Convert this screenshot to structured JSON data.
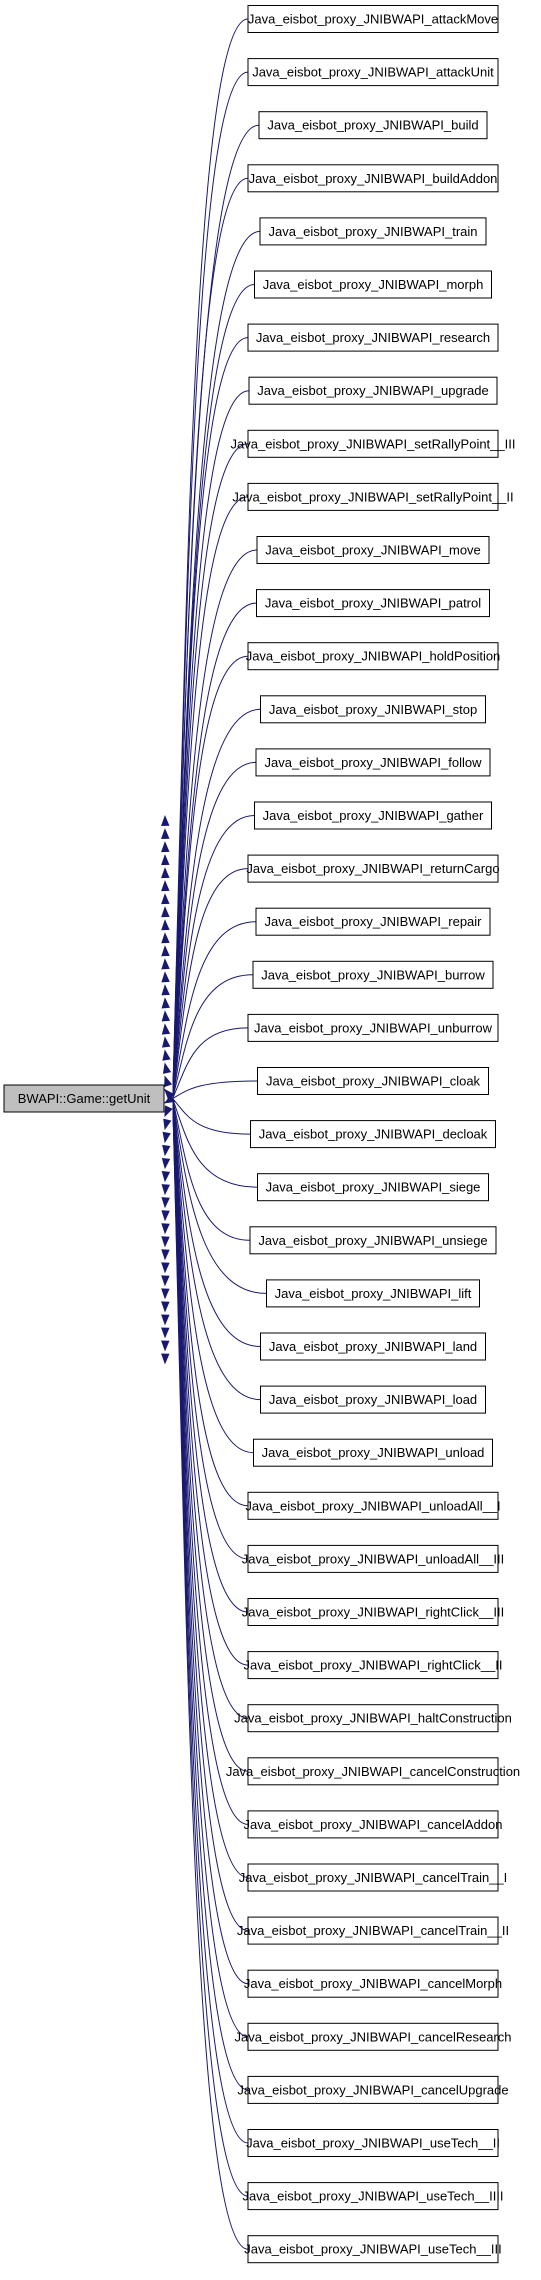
{
  "root": {
    "label": "BWAPI::Game::getUnit",
    "fill": "#bfbfbf"
  },
  "edge_color": "#191970",
  "callers": [
    "Java_eisbot_proxy_JNIBWAPI_attackMove",
    "Java_eisbot_proxy_JNIBWAPI_attackUnit",
    "Java_eisbot_proxy_JNIBWAPI_build",
    "Java_eisbot_proxy_JNIBWAPI_buildAddon",
    "Java_eisbot_proxy_JNIBWAPI_train",
    "Java_eisbot_proxy_JNIBWAPI_morph",
    "Java_eisbot_proxy_JNIBWAPI_research",
    "Java_eisbot_proxy_JNIBWAPI_upgrade",
    "Java_eisbot_proxy_JNIBWAPI_setRallyPoint__III",
    "Java_eisbot_proxy_JNIBWAPI_setRallyPoint__II",
    "Java_eisbot_proxy_JNIBWAPI_move",
    "Java_eisbot_proxy_JNIBWAPI_patrol",
    "Java_eisbot_proxy_JNIBWAPI_holdPosition",
    "Java_eisbot_proxy_JNIBWAPI_stop",
    "Java_eisbot_proxy_JNIBWAPI_follow",
    "Java_eisbot_proxy_JNIBWAPI_gather",
    "Java_eisbot_proxy_JNIBWAPI_returnCargo",
    "Java_eisbot_proxy_JNIBWAPI_repair",
    "Java_eisbot_proxy_JNIBWAPI_burrow",
    "Java_eisbot_proxy_JNIBWAPI_unburrow",
    "Java_eisbot_proxy_JNIBWAPI_cloak",
    "Java_eisbot_proxy_JNIBWAPI_decloak",
    "Java_eisbot_proxy_JNIBWAPI_siege",
    "Java_eisbot_proxy_JNIBWAPI_unsiege",
    "Java_eisbot_proxy_JNIBWAPI_lift",
    "Java_eisbot_proxy_JNIBWAPI_land",
    "Java_eisbot_proxy_JNIBWAPI_load",
    "Java_eisbot_proxy_JNIBWAPI_unload",
    "Java_eisbot_proxy_JNIBWAPI_unloadAll__I",
    "Java_eisbot_proxy_JNIBWAPI_unloadAll__III",
    "Java_eisbot_proxy_JNIBWAPI_rightClick__III",
    "Java_eisbot_proxy_JNIBWAPI_rightClick__II",
    "Java_eisbot_proxy_JNIBWAPI_haltConstruction",
    "Java_eisbot_proxy_JNIBWAPI_cancelConstruction",
    "Java_eisbot_proxy_JNIBWAPI_cancelAddon",
    "Java_eisbot_proxy_JNIBWAPI_cancelTrain__I",
    "Java_eisbot_proxy_JNIBWAPI_cancelTrain__II",
    "Java_eisbot_proxy_JNIBWAPI_cancelMorph",
    "Java_eisbot_proxy_JNIBWAPI_cancelResearch",
    "Java_eisbot_proxy_JNIBWAPI_cancelUpgrade",
    "Java_eisbot_proxy_JNIBWAPI_useTech__II",
    "Java_eisbot_proxy_JNIBWAPI_useTech__IIII",
    "Java_eisbot_proxy_JNIBWAPI_useTech__III"
  ]
}
